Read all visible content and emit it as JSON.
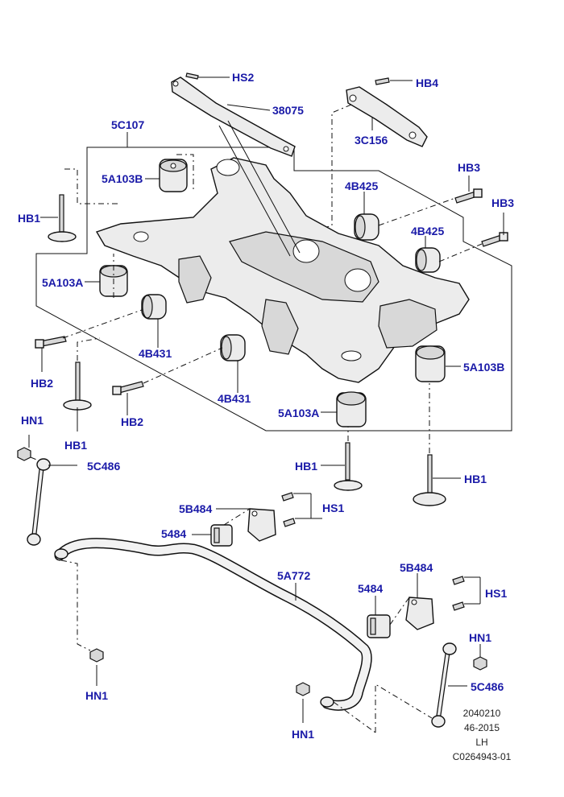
{
  "labels": {
    "hs2": "HS2",
    "p38075": "38075",
    "hb4": "HB4",
    "p3c156": "3C156",
    "p5c107": "5C107",
    "p5a103b_top": "5A103B",
    "hb1_left": "HB1",
    "p4b425_a": "4B425",
    "hb3_a": "HB3",
    "hb3_b": "HB3",
    "p4b425_b": "4B425",
    "p5a103a_left": "5A103A",
    "hb2_a": "HB2",
    "p4b431_a": "4B431",
    "p4b431_b": "4B431",
    "hb2_b": "HB2",
    "hb1_mid": "HB1",
    "p5a103b_right": "5A103B",
    "p5a103a_center": "5A103A",
    "hn1_top": "HN1",
    "p5c486_a": "5C486",
    "hb1_low": "HB1",
    "hb1_right": "HB1",
    "p5b484_a": "5B484",
    "hs1_a": "HS1",
    "p5484_a": "5484",
    "p5a772": "5A772",
    "p5b484_b": "5B484",
    "p5484_b": "5484",
    "hs1_b": "HS1",
    "hn1_right": "HN1",
    "p5c486_b": "5C486",
    "hn1_left": "HN1",
    "hn1_bottom": "HN1"
  },
  "reference": {
    "line1": "2040210",
    "line2": "46-2015",
    "line3": "LH",
    "line4": "C0264943-01"
  },
  "colors": {
    "label": "#1a1aa8",
    "outline": "#111111",
    "part_fill": "#ececec"
  }
}
